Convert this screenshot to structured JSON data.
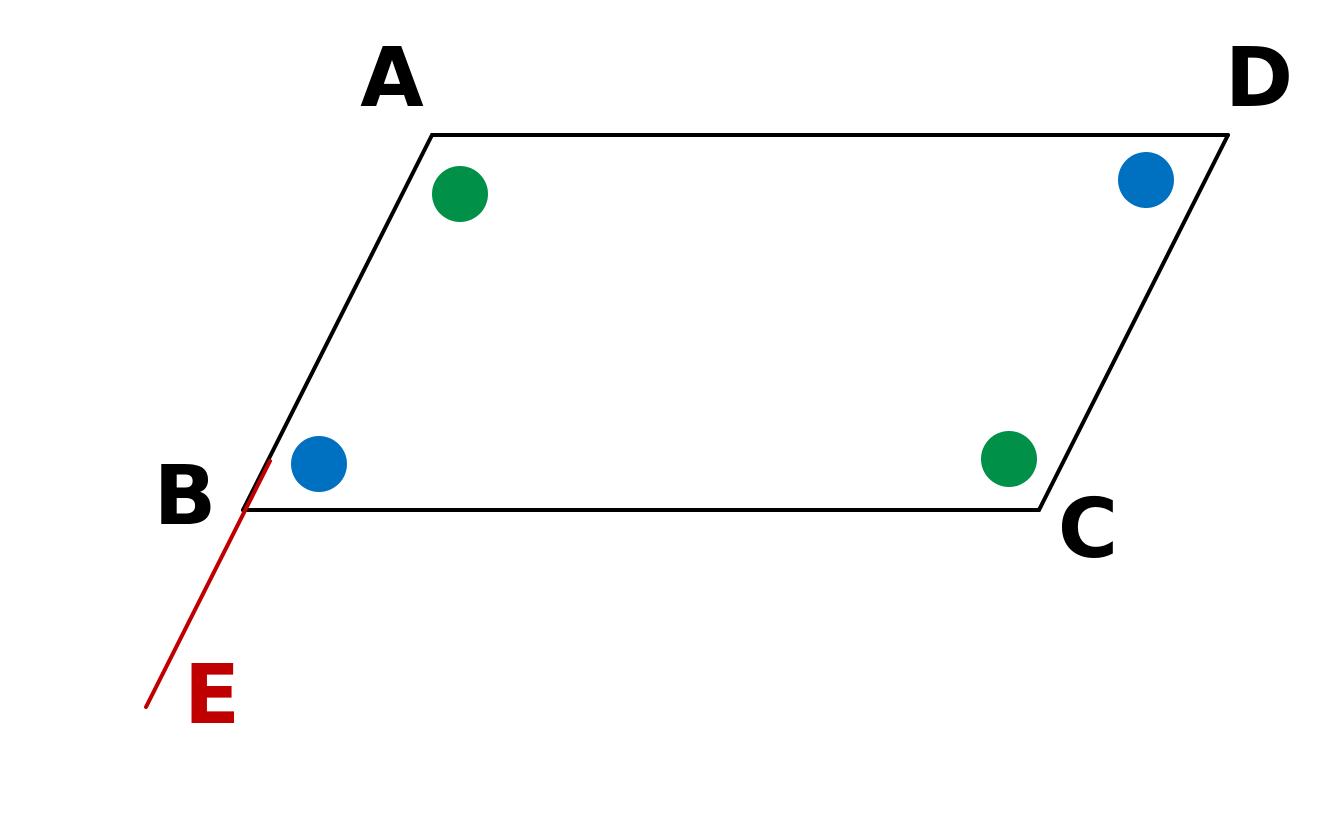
{
  "diagram": {
    "colors": {
      "outline": "#000000",
      "extension": "#c00000",
      "marker_green": "#009048",
      "marker_blue": "#0070c0",
      "label_default": "#000000",
      "label_extension": "#c00000"
    },
    "labels": {
      "A": "A",
      "B": "B",
      "C": "C",
      "D": "D",
      "E": "E"
    },
    "angle_markers": [
      {
        "vertex": "A",
        "color": "green"
      },
      {
        "vertex": "C",
        "color": "green"
      },
      {
        "vertex": "B",
        "color": "blue"
      },
      {
        "vertex": "D",
        "color": "blue"
      }
    ]
  }
}
